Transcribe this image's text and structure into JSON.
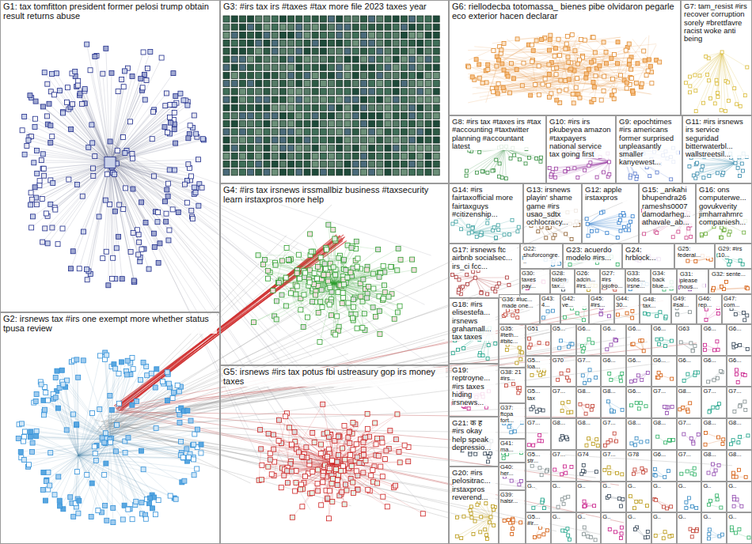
{
  "diagram": {
    "nodes": [
      {
        "text": [
          "G1: tax tomfitton president former pelosi trump obtain result returns abuse"
        ]
      },
      {
        "text": [
          "G3: #irs tax irs #taxes #tax more file 2023 taxes year"
        ]
      },
      {
        "text": [
          "G6: riellodecba totomassa_ bienes pibe olvidaron pegarle eco exterior hacen declarar"
        ]
      },
      {
        "text": [
          "G7: tam_resist #irs recover corruption sorely #brettfavre racist woke anti being"
        ]
      },
      {
        "text": [
          "G8: #irs tax #taxes irs #tax #accounting #taxtwitter planning #accountant latest"
        ]
      },
      {
        "text": [
          "G10: #irs irs pkubeyea amazon #taxpayers national service tax going first"
        ]
      },
      {
        "text": [
          "G9: epochtimes #irs americans former surprised unpleasantly smaller kanyewest..."
        ]
      },
      {
        "text": [
          "G11: #irs irsnews irs service seguridad bitterwaterbl... wallstreetsil..."
        ]
      },
      {
        "text": [
          "G4: #irs tax irsnews irssmallbiz business #taxsecurity learn irstaxpros more help"
        ]
      },
      {
        "text": [
          "G14: #irs fairtaxofficial more fairtaxguys #citizenship..."
        ]
      },
      {
        "text": [
          "G13: irsnews playin' shame game #irs usao_sdtx ochlocracy..."
        ]
      },
      {
        "text": [
          "G12: apple irstaxpros"
        ]
      },
      {
        "text": [
          "G15: _ankahi bhupendra26 rameshs0007 damodarheg... athavale_ab..."
        ]
      },
      {
        "text": [
          "G16: ons computerwe... govukverity jimharrahmrc companiesh..."
        ]
      },
      {
        "text": [
          "G17: irsnews ftc airbnb socialsec... irs_ci fcc..."
        ]
      },
      {
        "text": [
          "G22: shuforcongre..."
        ]
      },
      {
        "text": [
          "G23: acuerdo modelo #irs..."
        ]
      },
      {
        "text": [
          "G24: hrblock..."
        ]
      },
      {
        "text": [
          "G25: federal..."
        ]
      },
      {
        "text": [
          "G29: #irs 10..."
        ]
      },
      {
        "text": [
          "G30: taxes pay..."
        ]
      },
      {
        "text": [
          "G28: biden tax..."
        ]
      },
      {
        "text": [
          "G26: adcin... #irs..."
        ]
      },
      {
        "text": [
          "G27: #irs jojofro..."
        ]
      },
      {
        "text": [
          "G33: bobs... irsne..."
        ]
      },
      {
        "text": [
          "G34: back blue..."
        ]
      },
      {
        "text": [
          "G31: please hous..."
        ]
      },
      {
        "text": [
          "G32: sente..."
        ]
      },
      {
        "text": [
          "G2: irsnews tax #irs one exempt more whether status tpusa review"
        ]
      },
      {
        "text": [
          "G5: irsnews #irs tax potus fbi ustreasury gop irs money taxes"
        ]
      },
      {
        "text": [
          "G18: #irs elisestefa... irsnews grahamall... tax taxes"
        ]
      },
      {
        "text": [
          "G19: reptroyne... #irs taxes hiding irsnews..."
        ]
      },
      {
        "text": [
          "G21: क ह #irs okay help speak depressio..."
        ]
      },
      {
        "text": [
          "G20: #irs pelositrac... irstaxpros reverend..."
        ]
      },
      {
        "text": [
          "G36: #luc... made one..."
        ]
      },
      {
        "text": [
          "G43: 4..."
        ]
      },
      {
        "text": [
          "G42: ve..."
        ]
      },
      {
        "text": [
          "G45: #irs..."
        ]
      },
      {
        "text": [
          "G44: 30..."
        ]
      },
      {
        "text": [
          "G48: tax..."
        ]
      },
      {
        "text": [
          "G49: #sai..."
        ]
      },
      {
        "text": [
          "G46: rep..."
        ]
      },
      {
        "text": [
          "G47: com..."
        ]
      },
      {
        "text": [
          "G35: #teth... #bitc..."
        ]
      },
      {
        "text": [
          "G38: 21 #irs..."
        ]
      },
      {
        "text": [
          "G37: ftcpa fort..."
        ]
      },
      {
        "text": [
          "G41: ma..."
        ]
      },
      {
        "text": [
          "G40: her..."
        ]
      },
      {
        "text": [
          "G39: halsr..."
        ]
      },
      {
        "text": [
          "G51"
        ]
      },
      {
        "text": [
          "G5..."
        ]
      },
      {
        "text": [
          "G6..."
        ]
      },
      {
        "text": [
          "G6..."
        ]
      },
      {
        "text": [
          "G6..."
        ]
      },
      {
        "text": [
          "G6..."
        ]
      },
      {
        "text": [
          "G63"
        ]
      },
      {
        "text": [
          "G6..."
        ]
      },
      {
        "text": [
          "G6..."
        ]
      },
      {
        "text": [
          "G5... loa..."
        ]
      },
      {
        "text": [
          "G70"
        ]
      },
      {
        "text": [
          "G7..."
        ]
      },
      {
        "text": [
          "G6..."
        ]
      },
      {
        "text": [
          "G6..."
        ]
      },
      {
        "text": [
          "G6..."
        ]
      },
      {
        "text": [
          "G6..."
        ]
      },
      {
        "text": [
          "G6..."
        ]
      },
      {
        "text": [
          "G6..."
        ]
      },
      {
        "text": [
          "G5... tax"
        ]
      },
      {
        "text": [
          "G7..."
        ]
      },
      {
        "text": [
          "G8..."
        ]
      },
      {
        "text": [
          "G8..."
        ]
      },
      {
        "text": [
          "G6..."
        ]
      },
      {
        "text": [
          "G7..."
        ]
      },
      {
        "text": [
          "G8..."
        ]
      },
      {
        "text": [
          "G7..."
        ]
      },
      {
        "text": [
          "G7..."
        ]
      },
      {
        "text": [
          "G7..."
        ]
      },
      {
        "text": [
          "G8..."
        ]
      },
      {
        "text": [
          "G8..."
        ]
      },
      {
        "text": [
          "G7..."
        ]
      },
      {
        "text": [
          "G8..."
        ]
      },
      {
        "text": [
          "G8..."
        ]
      },
      {
        "text": [
          "G7..."
        ]
      },
      {
        "text": [
          "G8..."
        ]
      },
      {
        "text": [
          "G8..."
        ]
      },
      {
        "text": [
          "G5... str..."
        ]
      },
      {
        "text": [
          "G7..."
        ]
      },
      {
        "text": [
          "G74"
        ]
      },
      {
        "text": [
          "G7..."
        ]
      },
      {
        "text": [
          "G78"
        ]
      },
      {
        "text": [
          "G6..."
        ]
      },
      {
        "text": [
          "G7..."
        ]
      },
      {
        "text": [
          "G8..."
        ]
      },
      {
        "text": [
          "G8..."
        ]
      },
      {
        "text": [
          "G.."
        ]
      },
      {
        "text": [
          "G.."
        ]
      },
      {
        "text": [
          "G.."
        ]
      },
      {
        "text": [
          "G.."
        ]
      },
      {
        "text": [
          "G.."
        ]
      },
      {
        "text": [
          "G.."
        ]
      },
      {
        "text": [
          "G.."
        ]
      },
      {
        "text": [
          "G.."
        ]
      },
      {
        "text": [
          "G.."
        ]
      },
      {
        "text": [
          "G5... #ir..."
        ]
      },
      {
        "text": [
          "G.."
        ]
      },
      {
        "text": [
          "G.."
        ]
      },
      {
        "text": [
          "G.."
        ]
      },
      {
        "text": [
          "G.."
        ]
      },
      {
        "text": [
          "G.."
        ]
      },
      {
        "text": [
          "G.."
        ]
      },
      {
        "text": [
          "G.."
        ]
      },
      {
        "text": [
          "G.."
        ]
      }
    ]
  }
}
